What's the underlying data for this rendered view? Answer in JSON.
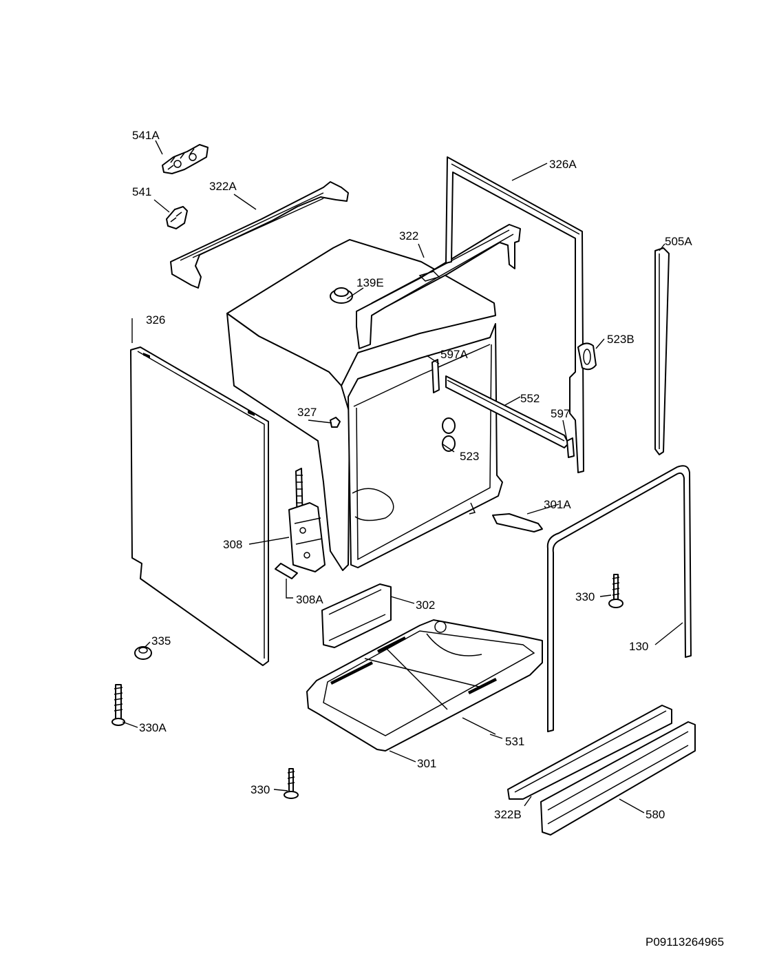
{
  "diagram": {
    "document_id": "P09113264965",
    "callouts": {
      "541A": "541A",
      "541": "541",
      "322A": "322A",
      "322": "322",
      "139E": "139E",
      "326A": "326A",
      "505A": "505A",
      "326": "326",
      "597A": "597A",
      "523B": "523B",
      "552": "552",
      "327": "327",
      "597": "597",
      "523": "523",
      "301A": "301A",
      "308": "308",
      "308A": "308A",
      "302": "302",
      "330a": "330",
      "130": "130",
      "335": "335",
      "330A": "330A",
      "531": "531",
      "301": "301",
      "330b": "330",
      "322B": "322B",
      "580": "580"
    }
  }
}
